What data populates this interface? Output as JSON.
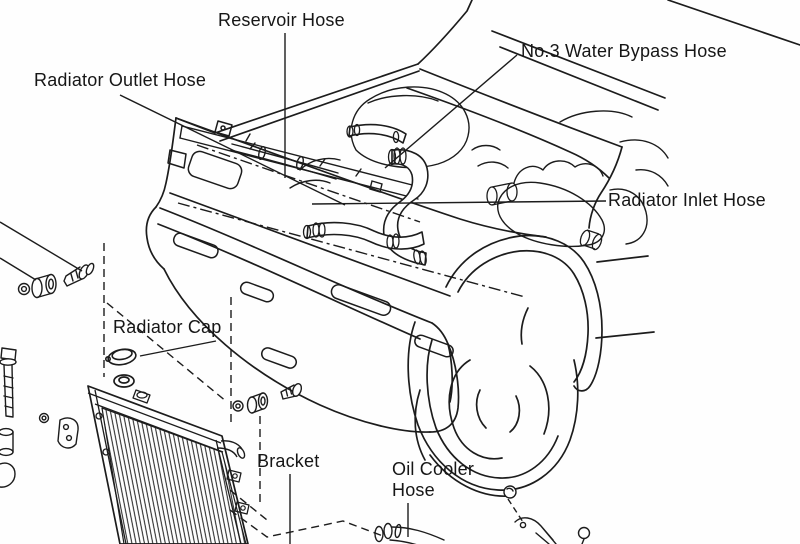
{
  "figure": {
    "background_color": "#fefefe",
    "line_color": "#1c1c1c"
  },
  "labels": {
    "reservoir_hose": "Reservoir Hose",
    "radiator_outlet_hose": "Radiator Outlet Hose",
    "no3_water_bypass_hose": "No.3 Water Bypass Hose",
    "radiator_inlet_hose": "Radiator Inlet Hose",
    "radiator_cap": "Radiator Cap",
    "bracket": "Bracket",
    "oil_cooler_hose": "Oil Cooler Hose"
  }
}
